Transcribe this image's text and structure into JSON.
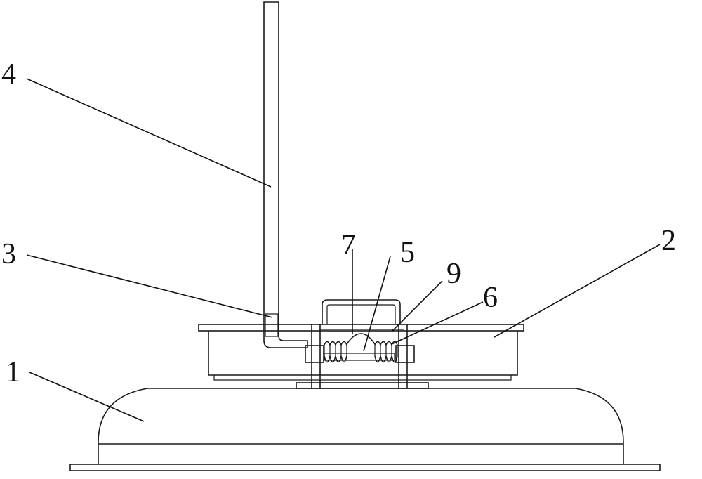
{
  "figure": {
    "labels": {
      "base": "1",
      "tray": "2",
      "rod_foot": "3",
      "rod": "4",
      "spring_center": "5",
      "spring_right": "6",
      "spring_left": "7",
      "bracket": "9"
    }
  }
}
